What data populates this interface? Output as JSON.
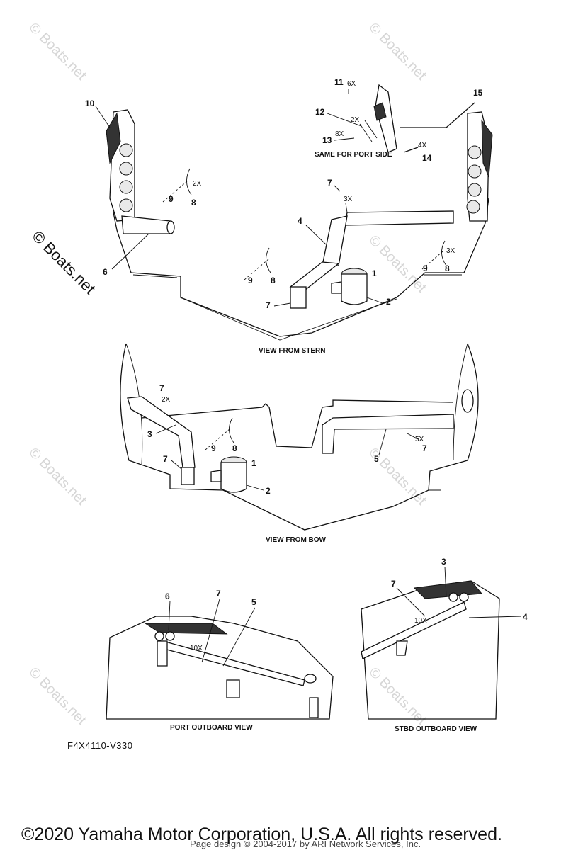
{
  "watermark": "© Boats.net",
  "views": {
    "stern": "VIEW FROM STERN",
    "bow": "VIEW FROM BOW",
    "port": "PORT OUTBOARD VIEW",
    "stbd": "STBD OUTBOARD VIEW",
    "same_port": "SAME FOR PORT SIDE"
  },
  "part_labels": {
    "p1": "1",
    "p2": "2",
    "p3": "3",
    "p4": "4",
    "p5": "5",
    "p6": "6",
    "p7": "7",
    "p8": "8",
    "p9": "9",
    "p10": "10",
    "p11": "11",
    "p12": "12",
    "p13": "13",
    "p14": "14",
    "p15": "15"
  },
  "multipliers": {
    "m2x": "2X",
    "m3x": "3X",
    "m4x": "4X",
    "m5x": "5X",
    "m6x": "6X",
    "m8x": "8X",
    "m10x": "10X"
  },
  "diagram_code": "F4X4110-V330",
  "copyright": "©2020 Yamaha Motor Corporation, U.S.A. All rights reserved.",
  "page_credit": "Page design © 2004-2017 by ARI Network Services, Inc."
}
